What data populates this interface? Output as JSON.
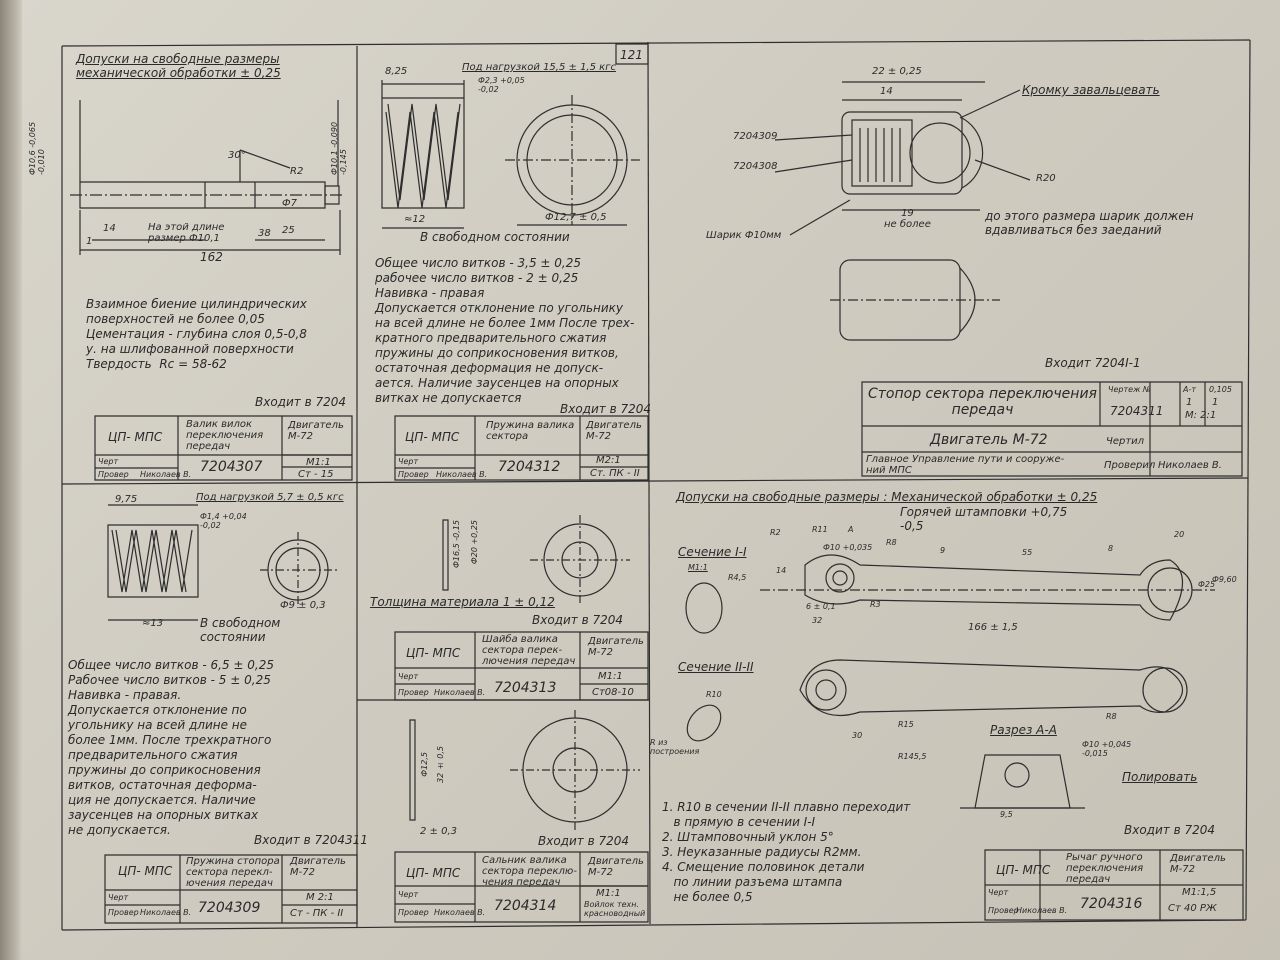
{
  "sheet_number": "121",
  "tl": {
    "tolerance_title": "Допуски на свободные размеры\nмеханической обработки ± 0,25",
    "dims": {
      "d_left": "Ф10,6 -0,065\n-0,010",
      "d_right": "Ф10,1 -0,090\n-0,145",
      "angle": "30°",
      "r": "R2",
      "phi7": "Ф7",
      "len1": "1",
      "len14": "14",
      "len38": "38",
      "len25": "25",
      "len162": "162"
    },
    "length_note": "На этой длине\nразмер Ф10,1",
    "notes": "Взаимное биение цилиндрических\nповерхностей не более 0,05\nЦементация - глубина слоя 0,5-0,8\nу. на шлифованной поверхности\nТвердость  Rс = 58-62",
    "enters": "Входит в 7204",
    "stamp": {
      "org": "ЦП- МПС",
      "name": "Валик вилок\nпереключения\nпередач",
      "product": "Двигатель\nМ-72",
      "code": "7204307",
      "scale": "М1:1",
      "material": "Ст - 15",
      "row1": "Черт",
      "row2": "Провер",
      "signer": "Николаев В."
    }
  },
  "tm": {
    "dims": {
      "d825": "8,25",
      "load": "Под нагрузкой  15,5 ± 1,5 кгс",
      "wire": "Ф2,3 +0,05\n-0,02",
      "free12": "≈12",
      "d127": "Ф12,7 ± 0,5"
    },
    "free_state": "В свободном состоянии",
    "notes": "Общее число витков - 3,5 ± 0,25\nрабочее число витков - 2 ± 0,25\nНавивка - правая\nДопускается отклонение по угольнику\nна всей длине не более 1мм После трех-\nкратного предварительного сжатия\nпружины до соприкосновения витков,\nостаточная деформация не допуск-\nается. Наличие заусенцев на опорных\nвитках не допускается",
    "enters": "Входит в 7204",
    "stamp": {
      "org": "ЦП- МПС",
      "name": "Пружина валика\nсектора",
      "product": "Двигатель\nМ-72",
      "code": "7204312",
      "scale": "М2:1",
      "material": "Ст. ПК - II",
      "row1": "Черт",
      "row2": "Провер",
      "signer": "Николаев В."
    }
  },
  "tr": {
    "dims": {
      "d22": "22 ± 0,25",
      "d14": "14",
      "edge": "Кромку завальцевать",
      "part9": "7204309",
      "part8": "7204308",
      "r20": "R20",
      "ball": "Шарик Ф10мм",
      "len19": "19\nне более",
      "press": "до этого размера шарик должен\nвдавливаться без заеданий"
    },
    "enters": "Входит  7204I-1",
    "stamp": {
      "title": "Стопор сектора переключения\nпередач",
      "drawing_no_label": "Чертеж №",
      "code": "7204311",
      "a_m": "А-т",
      "mass": "0,105",
      "count": "1",
      "count2": "1",
      "scale": "М: 2:1",
      "product": "Двигатель М-72",
      "draft_label": "Чертил",
      "org": "Главное Управление пути и сооруже-\nний МПС",
      "check_label": "Проверил",
      "checker": "Николаев В."
    }
  },
  "bl": {
    "dims": {
      "d975": "9,75",
      "load": "Под нагрузкой 5,7 ± 0,5 кгс",
      "wire": "Ф1,4 +0,04\n-0,02",
      "free13": "≈13",
      "d9": "Ф9 ± 0,3"
    },
    "free_state": "В свободном\nсостоянии",
    "notes": "Общее число витков - 6,5 ± 0,25\nРабочее число витков - 5 ± 0,25\nНавивка - правая.\nДопускается отклонение по\nугольнику на всей длине не\nболее 1мм. После трехкратного\nпредварительного сжатия\nпружины до соприкосновения\nвитков, остаточная деформа-\nция не допускается. Наличие\nзаусенцев на опорных витках\nне допускается.",
    "enters": "Входит в 7204311",
    "stamp": {
      "org": "ЦП- МПС",
      "name": "Пружина стопора\nсектора перекл-\nючения передач",
      "product": "Двигатель\nМ-72",
      "code": "7204309",
      "scale": "М 2:1",
      "material": "Ст - ПК - II",
      "row1": "Черт",
      "row2": "Провер",
      "signer": "Николаев В."
    }
  },
  "bm": {
    "washer": {
      "thickness": "Толщина материала 1 ± 0,12",
      "d1": "Ф16,5 -0,15",
      "d2": "Ф20 +0,25",
      "enters": "Входит в 7204",
      "stamp": {
        "org": "ЦП- МПС",
        "name": "Шайба валика\nсектора перек-\nлючения передач",
        "product": "Двигатель\nМ-72",
        "code": "7204313",
        "scale": "М1:1",
        "material": "Ст08-10",
        "row1": "Черт",
        "row2": "Провер",
        "signer": "Николаев В."
      }
    },
    "gland": {
      "d1": "Ф12,5",
      "d2": "32 ± 0,5",
      "thickness": "2 ± 0,3",
      "enters": "Входит в 7204",
      "stamp": {
        "org": "ЦП- МПС",
        "name": "Сальник валика\nсектора переклю-\nчения передач",
        "product": "Двигатель\nМ-72",
        "code": "7204314",
        "scale": "М1:1",
        "material": "Войлок техн.\nкрасноводный",
        "row1": "Черт",
        "row2": "Провер",
        "signer": "Николаев В."
      }
    }
  },
  "br": {
    "tolerance": "Допуски на свободные размеры :  Механической обработки ± 0,25",
    "tolerance2": "Горячей штамповки +0,75\n-0,5",
    "section1": "Сечение I-I",
    "section2": "Сечение II-II",
    "section3": "Разрез А-А",
    "scale": "М1:1",
    "dims": {
      "r2": "R2",
      "r11": "R11",
      "a": "А",
      "d10": "Ф10 +0,035",
      "r8": "R8",
      "d9": "9",
      "d55": "55",
      "d8": "8",
      "d20": "20",
      "d14": "14",
      "d6": "6 ± 0,1",
      "d32": "32",
      "r3": "R3",
      "r45": "R4,5",
      "d166": "166 ± 1,5",
      "d25": "Ф25",
      "d20b": "Ф9,60",
      "r10": "R10",
      "r15": "R15",
      "d30": "30",
      "r1455": "R145,5",
      "r8b": "R8",
      "d95": "9,5",
      "d10b": "Ф10 +0,045\n-0,015",
      "ral": "R из\nпостроения",
      "polish": "Полировать"
    },
    "notes": "1. R10 в сечении II-II плавно переходит\n   в прямую в сечении I-I\n2. Штамповочный уклон 5°\n3. Неуказанные радиусы R2мм.\n4. Смещение половинок детали\n   по линии разъема штампа\n   не более 0,5",
    "enters": "Входит в 7204",
    "stamp": {
      "org": "ЦП- МПС",
      "name": "Рычаг ручного\nпереключения\nпередач",
      "product": "Двигатель\nМ-72",
      "code": "7204316",
      "scale": "М1:1,5",
      "material": "Ст 40 РЖ",
      "row1": "Черт",
      "row2": "Провер",
      "signer": "Николаев В."
    }
  }
}
